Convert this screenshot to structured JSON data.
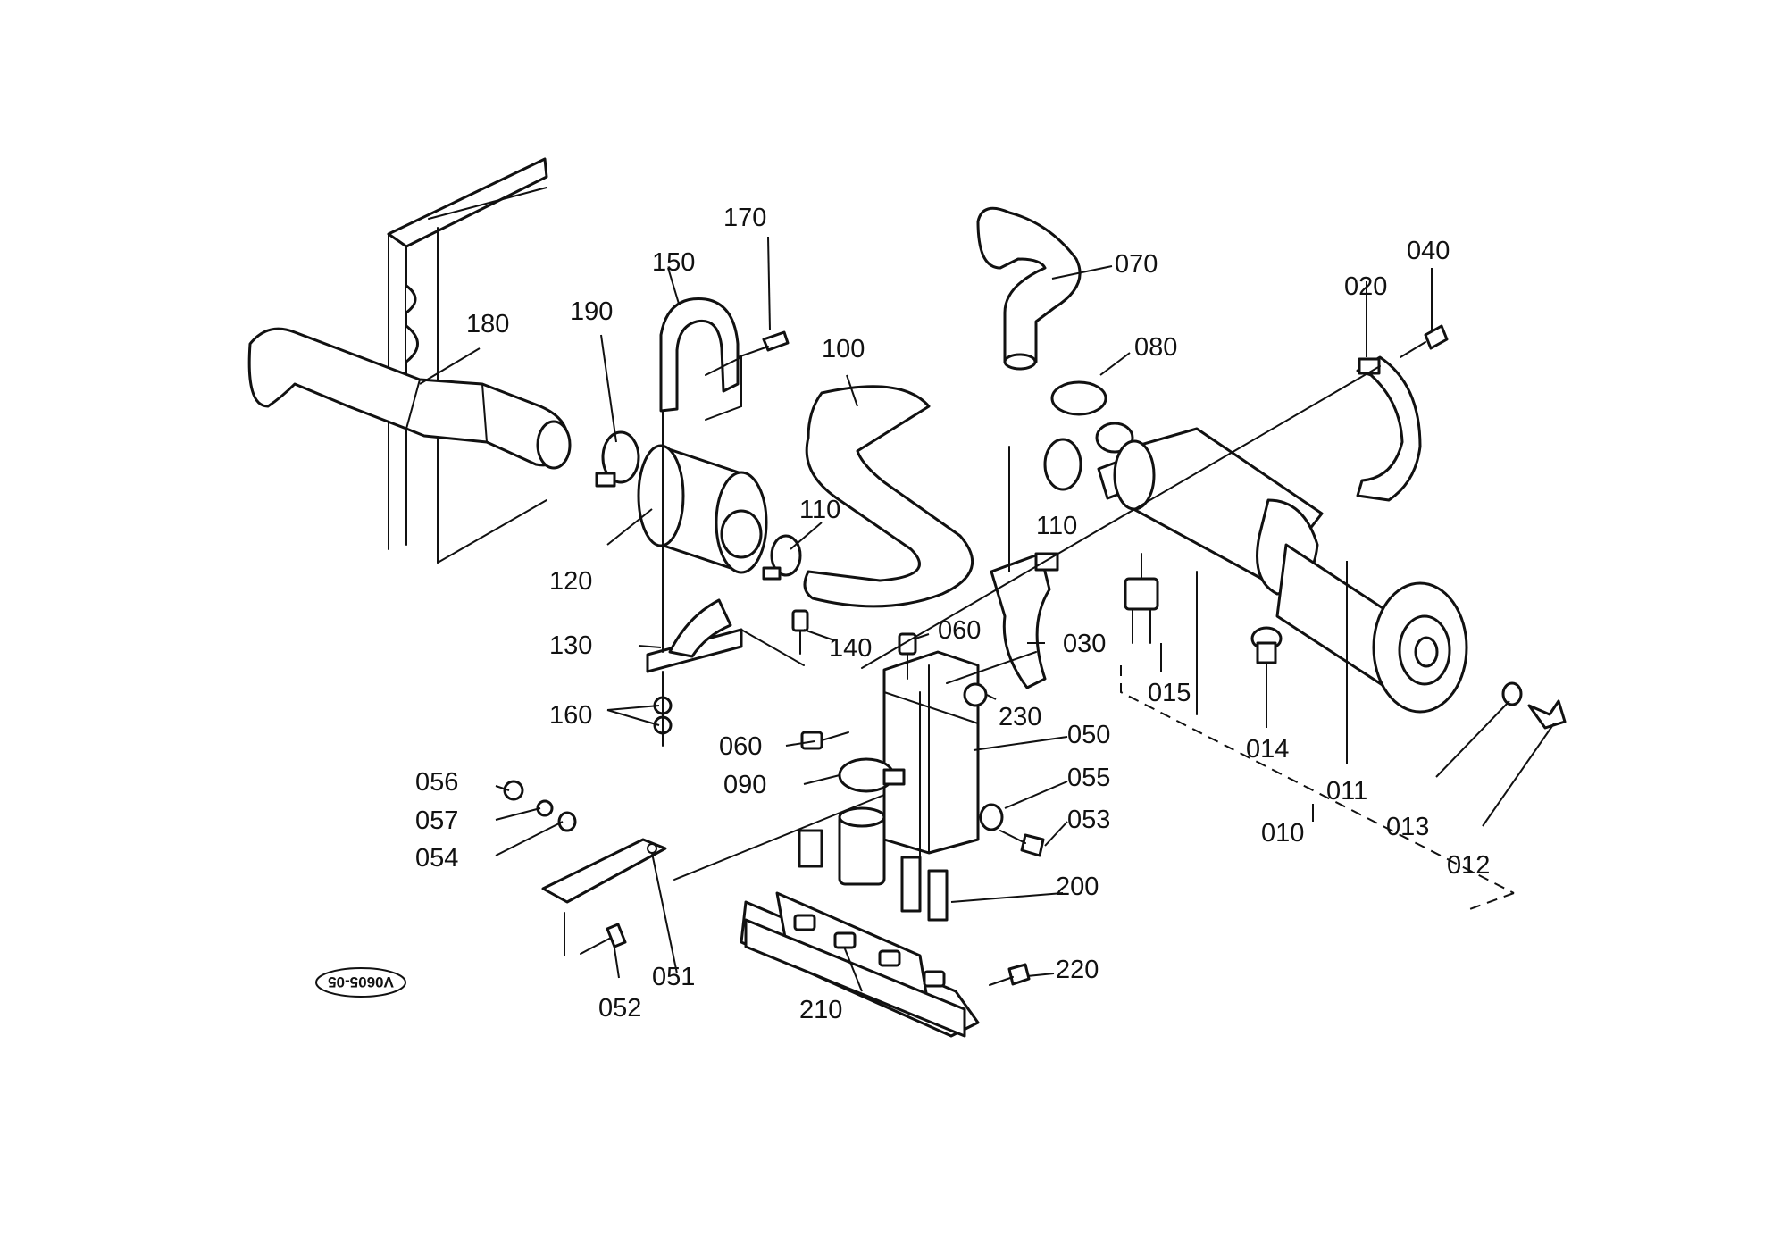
{
  "diagram_code": "V0605-05",
  "parts": {
    "p010": "010",
    "p011": "011",
    "p012": "012",
    "p013": "013",
    "p014": "014",
    "p015": "015",
    "p020": "020",
    "p030": "030",
    "p040": "040",
    "p050": "050",
    "p051": "051",
    "p052": "052",
    "p053": "053",
    "p054": "054",
    "p055": "055",
    "p056": "056",
    "p057": "057",
    "p060a": "060",
    "p060b": "060",
    "p070": "070",
    "p080": "080",
    "p090": "090",
    "p100": "100",
    "p110a": "110",
    "p110b": "110",
    "p120": "120",
    "p130": "130",
    "p140": "140",
    "p150": "150",
    "p160": "160",
    "p170": "170",
    "p180": "180",
    "p190": "190",
    "p200": "200",
    "p210": "210",
    "p220": "220",
    "p230": "230"
  }
}
